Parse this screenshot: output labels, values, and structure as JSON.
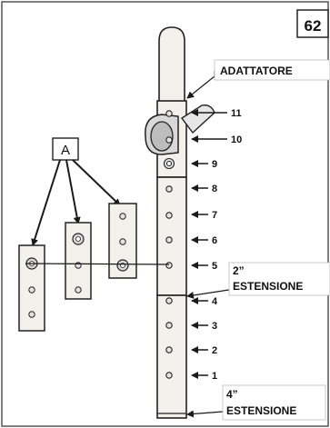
{
  "page_number": "62",
  "callout_letter": "A",
  "callouts": {
    "adapter": "ADATTATORE",
    "ext2_a": "2”",
    "ext2_b": "ESTENSIONE",
    "ext4_a": "4”",
    "ext4_b": "ESTENSIONE"
  },
  "positions": [
    "11",
    "10",
    "9",
    "8",
    "7",
    "6",
    "5",
    "4",
    "3",
    "2",
    "1"
  ],
  "colors": {
    "line": "#1a1a1a",
    "frame": "#555555",
    "tube_fill": "#f3f1ec",
    "hole_fill": "#e4e4e4"
  }
}
